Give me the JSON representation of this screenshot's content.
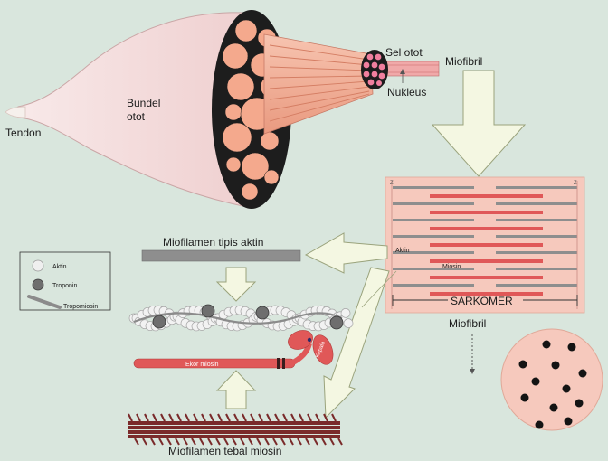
{
  "labels": {
    "tendon": "Tendon",
    "bundel_line1": "Bundel",
    "bundel_line2": "otot",
    "sel_otot": "Sel otot",
    "nukleus": "Nukleus",
    "miofibril_top": "Miofibril",
    "miofilamen_tipis": "Miofilamen tipis aktin",
    "aktin_sarc": "Aktin",
    "miosin_sarc": "Miosin",
    "sarkomer": "SARKOMER",
    "z_left": "Z",
    "z_right": "Z",
    "miofibril_bottom": "Miofibril",
    "ekor_miosin": "Ekor miosin",
    "kepala": "Kepala",
    "miofilamen_tebal": "Miofilamen tebal miosin"
  },
  "legend": {
    "items": [
      {
        "label": "Aktin",
        "icon": "aktin-bead-icon"
      },
      {
        "label": "Troponin",
        "icon": "troponin-ball-icon"
      },
      {
        "label": "Tropomiosin",
        "icon": "tropomiosin-rod-icon"
      }
    ]
  },
  "colors": {
    "background": "#d9e6dd",
    "muscle_body": "#f3dcdc",
    "fascicle": "#f4a98d",
    "myofibril_red": "#e05858",
    "sarcomere_bg": "#f6c9bd",
    "actin_grey": "#8e8e8e",
    "arrow_fill": "#f4f7e2"
  }
}
